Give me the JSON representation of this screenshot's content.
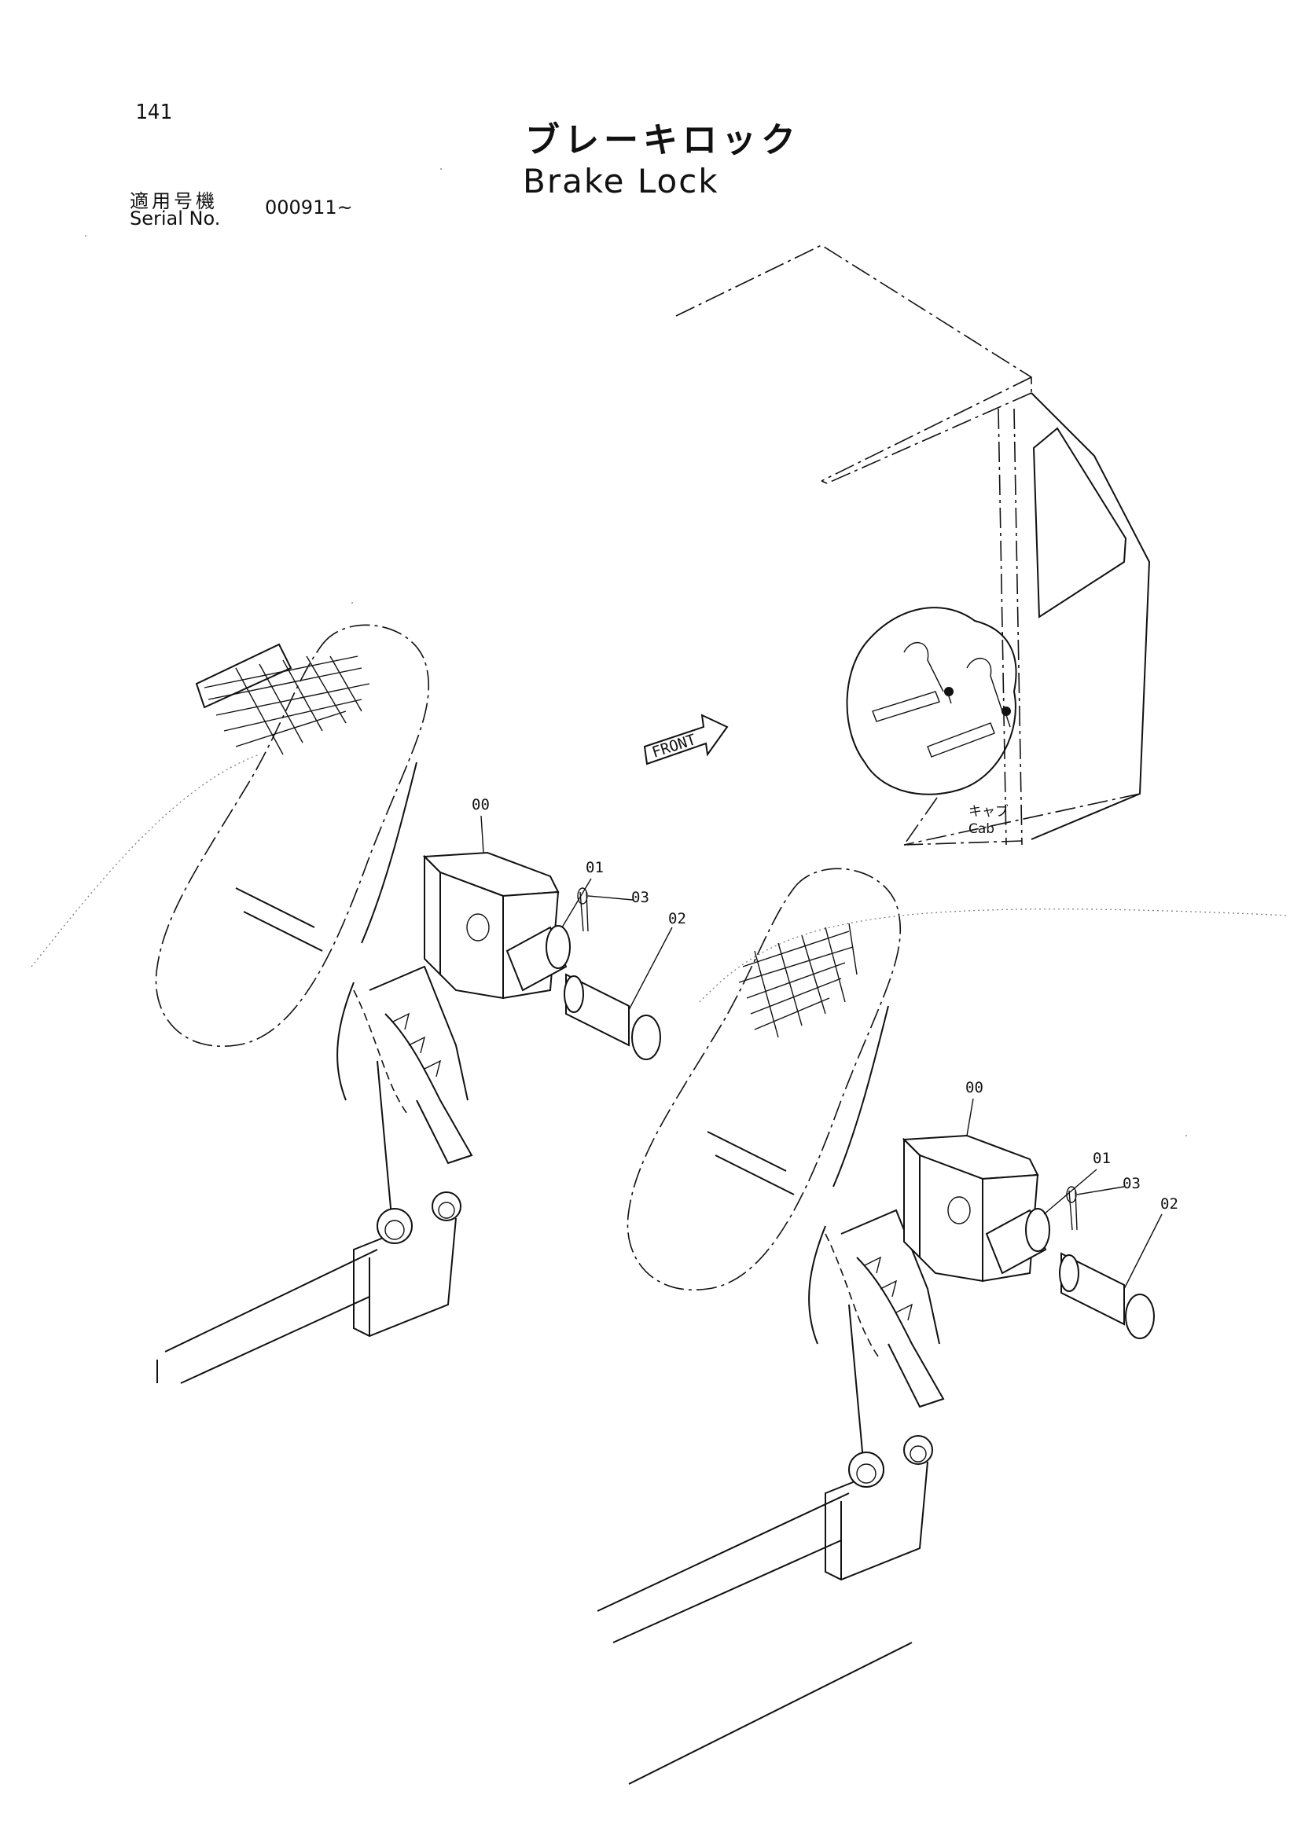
{
  "header": {
    "page_number": "141",
    "title_ja": "ブレーキロック",
    "title_en": "Brake Lock",
    "serial_label_ja": "適用号機",
    "serial_label_en": "Serial No.",
    "serial_value": "000911~"
  },
  "diagram": {
    "front_label": "FRONT",
    "cab_label_ja": "キャブ",
    "cab_label_en": "Cab",
    "left_assembly": {
      "part_00": "00",
      "part_01": "01",
      "part_02": "02",
      "part_03": "03"
    },
    "right_assembly": {
      "part_00": "00",
      "part_01": "01",
      "part_02": "02",
      "part_03": "03"
    }
  }
}
